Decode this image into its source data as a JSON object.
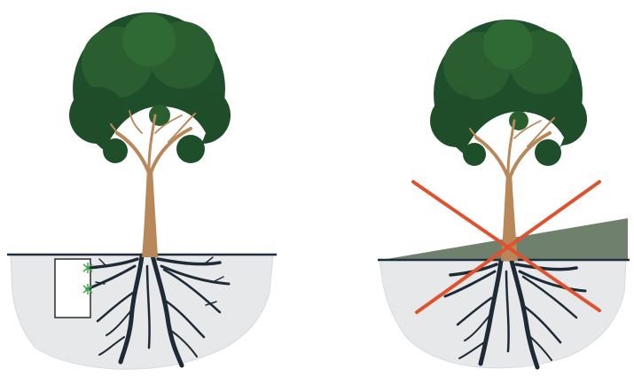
{
  "panels": [
    {
      "id": "correct",
      "verdict": "recommended",
      "elements": [
        "tree",
        "ground-line",
        "soil-area",
        "root-system",
        "planting-box",
        "green-root-tips"
      ]
    },
    {
      "id": "incorrect",
      "verdict": "not-recommended",
      "elements": [
        "tree",
        "ground-line",
        "soil-area",
        "root-system",
        "soil-fill-wedge",
        "red-x-mark"
      ]
    }
  ],
  "colors": {
    "foliage_dark": "#1f4f2a",
    "foliage_mid": "#2f6a35",
    "trunk": "#b8875a",
    "branch_light": "#e9dcc4",
    "soil": "#e6e8ea",
    "roots": "#1e2a36",
    "ground_line": "#1f2f3d",
    "fill_wedge": "#6f806d",
    "x_mark": "#e0522e",
    "root_tips": "#3cab4c"
  }
}
